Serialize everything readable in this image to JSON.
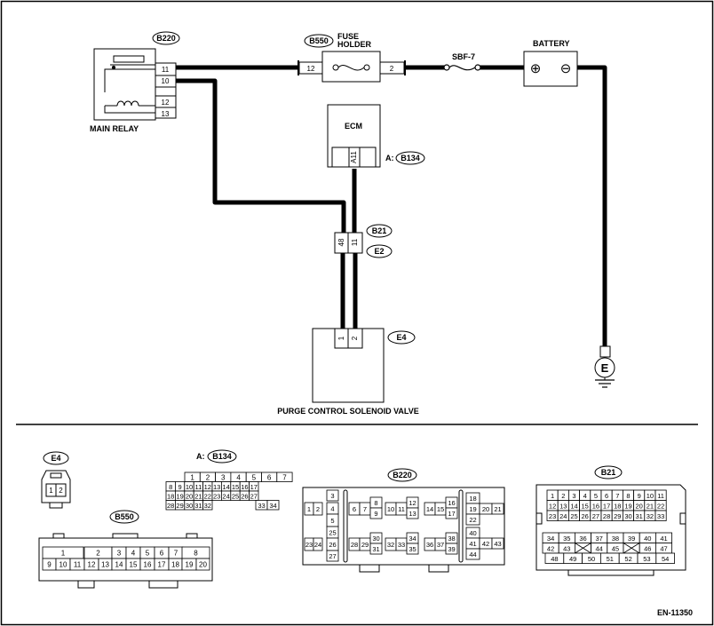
{
  "schematic": {
    "main_relay": {
      "connector": "B220",
      "label": "MAIN RELAY",
      "pins": [
        "11",
        "10",
        "12",
        "13"
      ]
    },
    "fuse_holder": {
      "connector": "B550",
      "label_line1": "FUSE",
      "label_line2": "HOLDER",
      "pin_left": "12",
      "pin_right": "2"
    },
    "fuse": {
      "label": "SBF-7"
    },
    "battery": {
      "label": "BATTERY",
      "plus": "⊕",
      "minus": "⊖"
    },
    "ecm": {
      "label": "ECM",
      "pin": "A11",
      "connector_prefix": "A:",
      "connector": "B134"
    },
    "joint": {
      "pin_left": "48",
      "pin_right": "11",
      "connector_top": "B21",
      "connector_bottom": "E2"
    },
    "valve": {
      "connector": "E4",
      "pin1": "1",
      "pin2": "2",
      "label": "PURGE CONTROL SOLENOID VALVE"
    },
    "ground": {
      "label": "E"
    }
  },
  "connectors": {
    "e4": {
      "name": "E4",
      "pins": [
        "1",
        "2"
      ]
    },
    "b134": {
      "prefix": "A:",
      "name": "B134",
      "rows": [
        [
          "1",
          "2",
          "3",
          "4",
          "5",
          "6",
          "7"
        ],
        [
          "8",
          "9",
          "10",
          "11",
          "12",
          "13",
          "14",
          "15",
          "16",
          "17"
        ],
        [
          "18",
          "19",
          "20",
          "21",
          "22",
          "23",
          "24",
          "25",
          "26",
          "27"
        ],
        [
          "28",
          "29",
          "30",
          "31",
          "32",
          "33",
          "34"
        ]
      ]
    },
    "b550": {
      "name": "B550",
      "top": [
        "1",
        "2",
        "3",
        "4",
        "5",
        "6",
        "7",
        "8"
      ],
      "bottom": [
        "9",
        "10",
        "11",
        "12",
        "13",
        "14",
        "15",
        "16",
        "17",
        "18",
        "19",
        "20"
      ]
    },
    "b220": {
      "name": "B220",
      "pins": [
        "1",
        "2",
        "3",
        "4",
        "5",
        "6",
        "7",
        "8",
        "9",
        "10",
        "11",
        "12",
        "13",
        "14",
        "15",
        "16",
        "17",
        "18",
        "19",
        "20",
        "21",
        "22",
        "23",
        "24",
        "25",
        "26",
        "27",
        "28",
        "29",
        "30",
        "31",
        "32",
        "33",
        "34",
        "35",
        "36",
        "37",
        "38",
        "39",
        "40",
        "41",
        "42",
        "43",
        "44"
      ]
    },
    "b21": {
      "name": "B21",
      "upper": [
        [
          "1",
          "2",
          "3",
          "4",
          "5",
          "6",
          "7",
          "8",
          "9",
          "10",
          "11"
        ],
        [
          "12",
          "13",
          "14",
          "15",
          "16",
          "17",
          "18",
          "19",
          "20",
          "21",
          "22"
        ],
        [
          "23",
          "24",
          "25",
          "26",
          "27",
          "28",
          "29",
          "30",
          "31",
          "32",
          "33"
        ]
      ],
      "lower": [
        [
          "34",
          "35",
          "36",
          "37",
          "38",
          "39",
          "40",
          "41"
        ],
        [
          "42",
          "43",
          "44",
          "45",
          "46",
          "47"
        ],
        [
          "48",
          "49",
          "50",
          "51",
          "52",
          "53",
          "54"
        ]
      ]
    }
  },
  "footer": {
    "code": "EN-11350"
  }
}
